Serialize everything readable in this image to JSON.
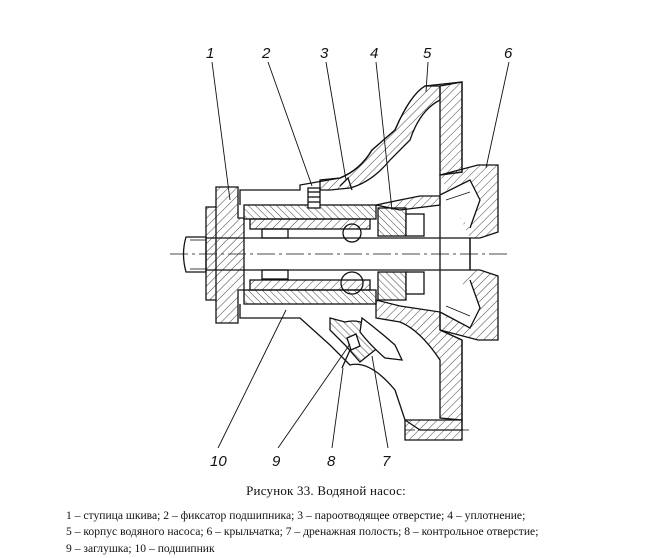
{
  "figure": {
    "callouts": [
      "1",
      "2",
      "3",
      "4",
      "5",
      "6",
      "10",
      "9",
      "8",
      "7"
    ]
  },
  "caption": "Рисунок 33. Водяной насос:",
  "legend": [
    "1 – ступица шкива; 2 – фиксатор подшипника; 3 – пароотводящее отверстие; 4 – уплотнение;",
    "5 – корпус водяного насоса; 6 – крыльчатка; 7 – дренажная полость; 8 – контрольное отверстие;",
    "9 – заглушка; 10 – подшипник"
  ]
}
